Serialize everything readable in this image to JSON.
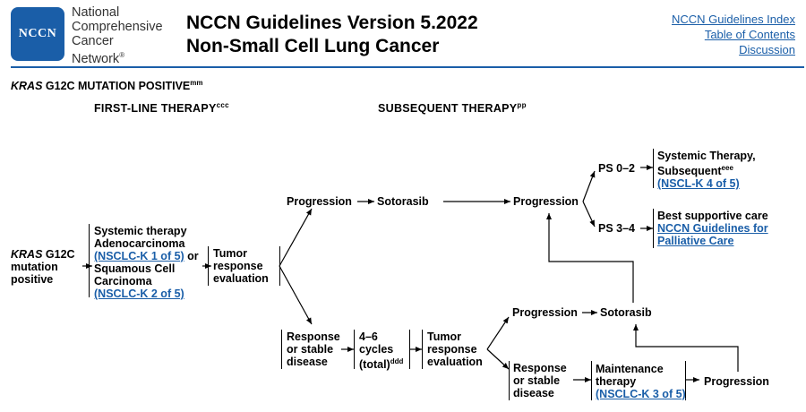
{
  "header": {
    "logo_label": "NCCN",
    "org_lines": [
      "National",
      "Comprehensive",
      "Cancer",
      "Network"
    ],
    "title_line1": "NCCN Guidelines Version 5.2022",
    "title_line2": "Non-Small Cell Lung Cancer",
    "links": [
      "NCCN Guidelines Index",
      "Table of Contents",
      "Discussion"
    ]
  },
  "section": {
    "gene": "KRAS",
    "rest": " G12C MUTATION POSITIVE",
    "footnote": "mm"
  },
  "columns": {
    "first_line": {
      "text": "FIRST-LINE THERAPY",
      "footnote": "ccc"
    },
    "subsequent": {
      "text": "SUBSEQUENT THERAPY",
      "footnote": "pp"
    }
  },
  "flow": {
    "start": {
      "gene": "KRAS",
      "line1_rest": " G12C",
      "line2": "mutation",
      "line3": "positive"
    },
    "systemic": {
      "line1": "Systemic therapy",
      "line2": "Adenocarcinoma",
      "link1": "(NSCLC-K 1 of 5)",
      "or": " or",
      "line4": "Squamous Cell",
      "line5": "Carcinoma",
      "link2": "(NSCLC-K 2 of 5)"
    },
    "tumor_eval_1": [
      "Tumor",
      "response",
      "evaluation"
    ],
    "progression_top": "Progression",
    "sotorasib_top": "Sotorasib",
    "progression_mid": "Progression",
    "ps02": "PS 0–2",
    "ps34": "PS 3–4",
    "systemic_subsequent": {
      "line1": "Systemic Therapy,",
      "line2": "Subsequent",
      "footnote": "eee",
      "link": "(NSCL-K 4 of 5)"
    },
    "best_supportive": {
      "line1": "Best supportive care",
      "link1": "NCCN Guidelines for",
      "link2": "Palliative Care"
    },
    "response_stable_1": [
      "Response",
      "or stable",
      "disease"
    ],
    "cycles": {
      "line1": "4–6",
      "line2": "cycles",
      "line3": "(total)",
      "footnote": "ddd"
    },
    "tumor_eval_2": [
      "Tumor",
      "response",
      "evaluation"
    ],
    "progression_low": "Progression",
    "sotorasib_low": "Sotorasib",
    "response_stable_2": [
      "Response",
      "or stable",
      "disease"
    ],
    "maintenance": {
      "line1": "Maintenance",
      "line2": "therapy",
      "link": "(NSCLC-K 3 of 5)"
    },
    "progression_end": "Progression"
  },
  "colors": {
    "brand_blue": "#1a5ea8"
  }
}
